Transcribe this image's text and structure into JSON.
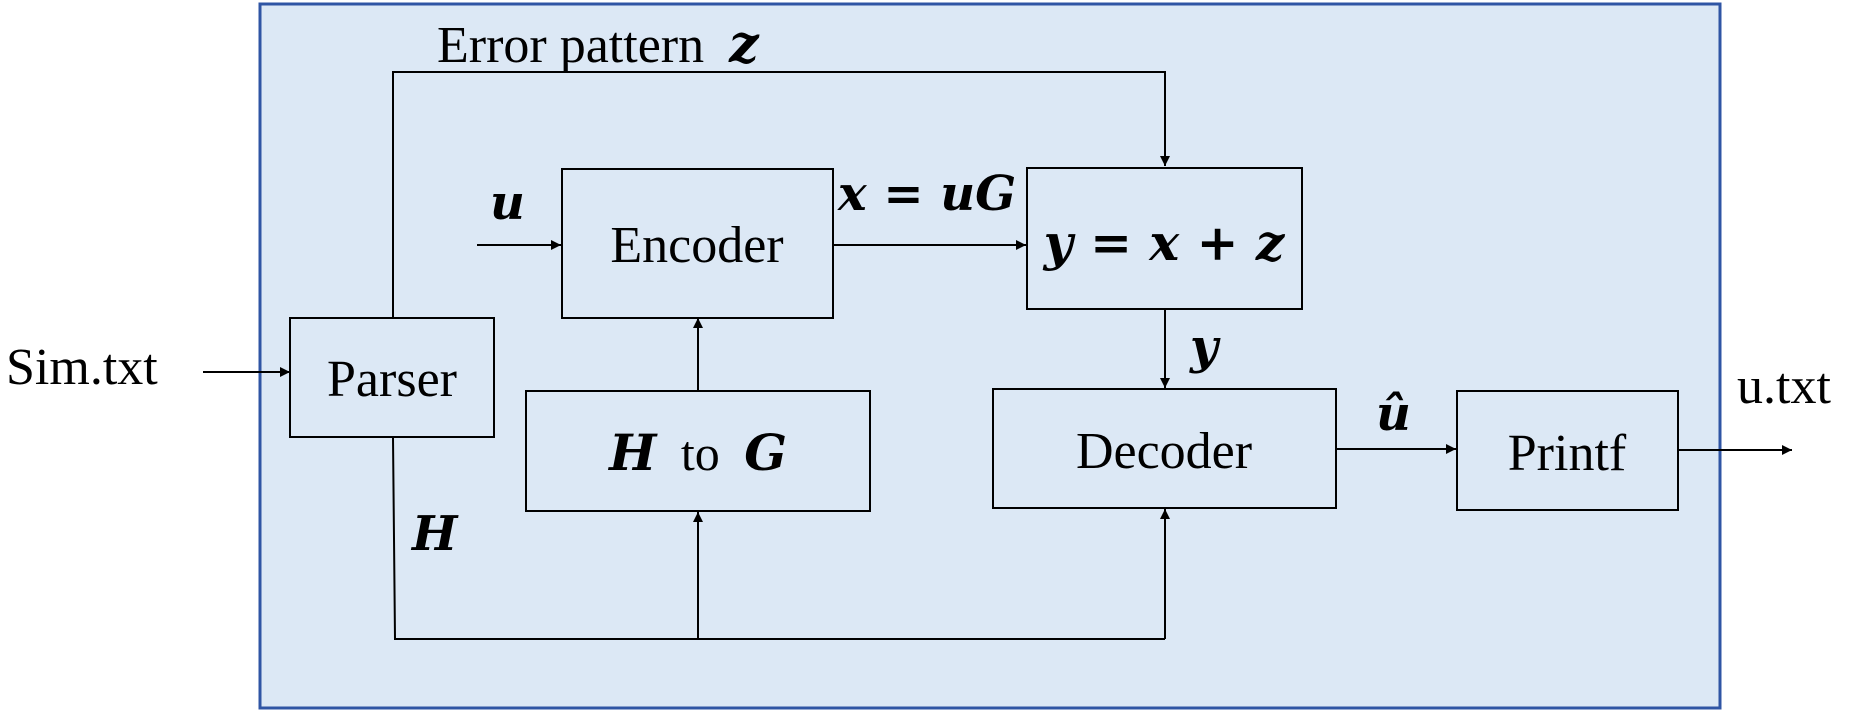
{
  "blocks": {
    "parser": "Parser",
    "encoder": "Encoder",
    "h_to_g": {
      "h": "H",
      "to": "to",
      "g": "G"
    },
    "channel": "y = x + z",
    "decoder": "Decoder",
    "printf": "Printf"
  },
  "io": {
    "input_file": "Sim.txt",
    "output_file": "u.txt"
  },
  "signals": {
    "error_pattern_text": "Error pattern",
    "error_pattern_symbol": "z",
    "u": "u",
    "x_eq": "x = uG",
    "y": "y",
    "u_hat": "û",
    "H": "H"
  },
  "colors": {
    "system_fill": "#dce8f5",
    "system_border": "#2f55a4",
    "line": "#000000"
  }
}
